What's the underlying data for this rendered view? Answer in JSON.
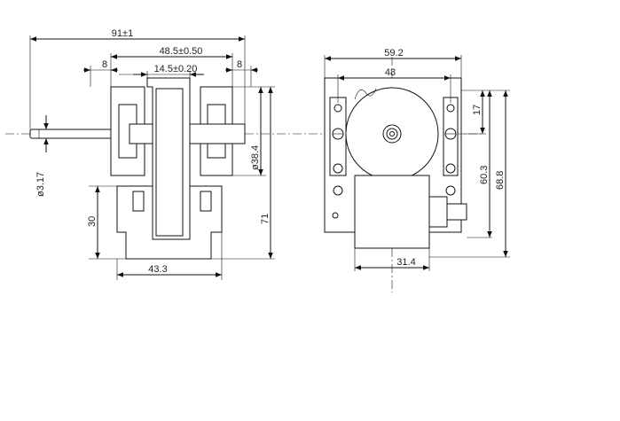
{
  "front_view": {
    "overall_width": "91±1",
    "bearing_span": "48.5±0.50",
    "center_width": "14.5±0.20",
    "left_segment": "8",
    "right_segment": "8",
    "shaft_diameter": "ø3.17",
    "coil_diameter": "ø38.4",
    "base_height": "30",
    "overall_height": "71",
    "base_width": "43.3"
  },
  "side_view": {
    "overall_width": "59.2",
    "hole_spacing": "48",
    "top_offset": "17",
    "mid_height": "60.3",
    "overall_height": "68.8",
    "coil_width": "31.4"
  }
}
